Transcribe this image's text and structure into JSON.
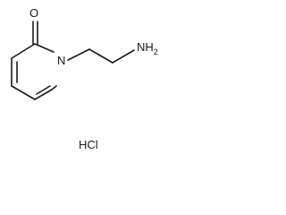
{
  "molecule": {
    "atoms": {
      "oxygen": "O",
      "nitrogen": "N",
      "amine": "NH2",
      "amine_main": "NH",
      "amine_sub": "2"
    },
    "salt": "HCl"
  },
  "colors": {
    "ink": "#1a1a1a",
    "background": "#ffffff"
  }
}
